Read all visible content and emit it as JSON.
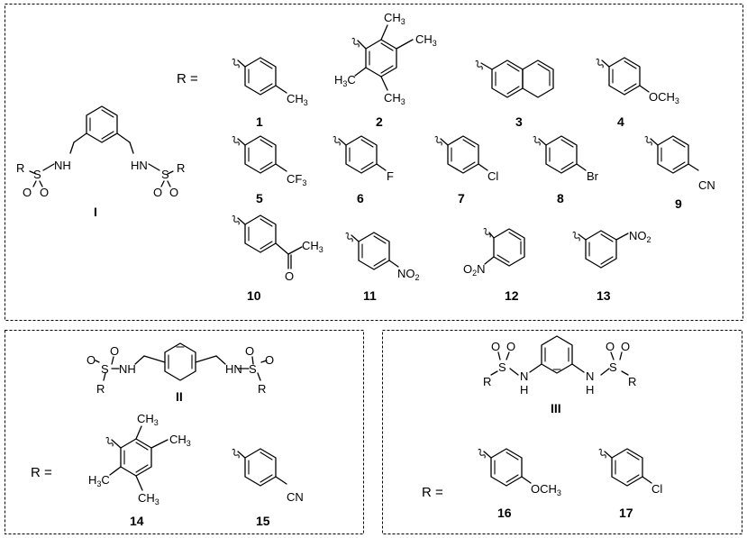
{
  "panel_top": {
    "scaffold_label": "I",
    "r_equals": "R  =",
    "scaffold_atoms": {
      "R": "R",
      "S": "S",
      "O": "O",
      "NH": "NH",
      "HN": "HN"
    },
    "substituents": [
      {
        "number": "1",
        "group": "CH",
        "sub": "3"
      },
      {
        "number": "2",
        "groups": [
          "CH",
          "CH",
          "H",
          "C",
          "CH"
        ],
        "subs": [
          "3",
          "3",
          "3",
          "3",
          "3"
        ]
      },
      {
        "number": "3"
      },
      {
        "number": "4",
        "group": "OCH",
        "sub": "3"
      },
      {
        "number": "5",
        "group": "CF",
        "sub": "3"
      },
      {
        "number": "6",
        "group": "F"
      },
      {
        "number": "7",
        "group": "Cl"
      },
      {
        "number": "8",
        "group": "Br"
      },
      {
        "number": "9",
        "group": "CN"
      },
      {
        "number": "10",
        "group": "CH",
        "sub": "3",
        "extra": "O"
      },
      {
        "number": "11",
        "group": "NO",
        "sub": "2"
      },
      {
        "number": "12",
        "group": "O",
        "group2": "N",
        "sub": "2"
      },
      {
        "number": "13",
        "group": "NO",
        "sub": "2"
      }
    ]
  },
  "panel_left": {
    "scaffold_label": "II",
    "r_equals": "R  =",
    "substituents": [
      {
        "number": "14"
      },
      {
        "number": "15",
        "group": "CN"
      }
    ]
  },
  "panel_right": {
    "scaffold_label": "III",
    "r_equals": "R  =",
    "substituents": [
      {
        "number": "16",
        "group": "OCH",
        "sub": "3"
      },
      {
        "number": "17",
        "group": "Cl"
      }
    ]
  }
}
